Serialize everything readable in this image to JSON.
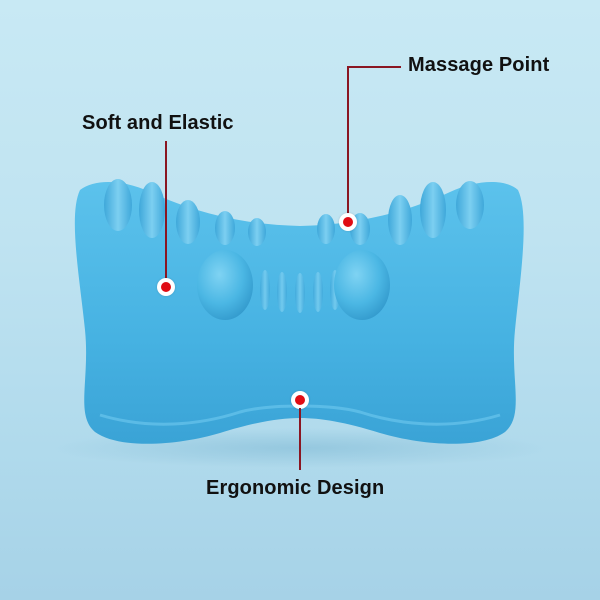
{
  "product": {
    "name": "neck-stretcher-pillow",
    "body_color": "#49b6e4",
    "background_top": "#c8e9f4",
    "background_bottom": "#a6d2e7"
  },
  "callouts": [
    {
      "id": "massage-point",
      "label": "Massage Point"
    },
    {
      "id": "soft-elastic",
      "label": "Soft and Elastic"
    },
    {
      "id": "ergonomic-design",
      "label": "Ergonomic Design"
    }
  ],
  "colors": {
    "leader_line": "#8a1622",
    "marker_dot": "#e00c14",
    "marker_ring": "#ffffff",
    "label_text": "#111111"
  }
}
